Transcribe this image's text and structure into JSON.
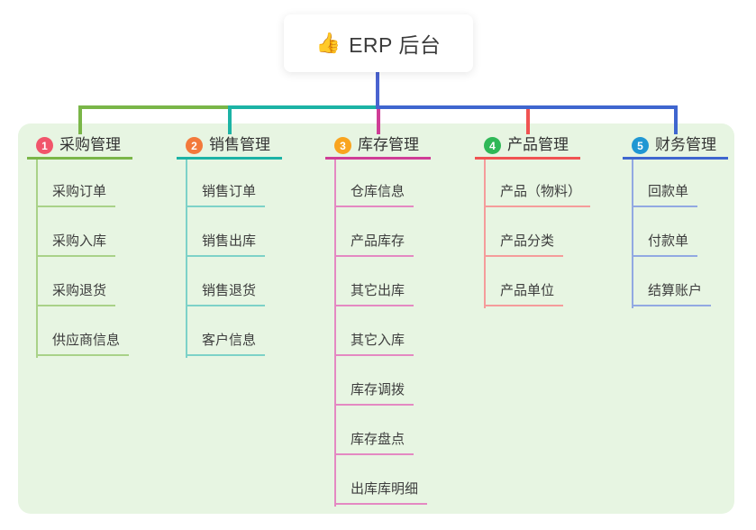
{
  "root": {
    "label": "ERP 后台",
    "emoji": "👍",
    "emoji_name": "thumbs-up-icon",
    "line_color": "#4a63d0"
  },
  "panel": {
    "background": "#e7f5e2"
  },
  "branches": [
    {
      "number": "1",
      "title": "采购管理",
      "color": "#7ab648",
      "light_color": "#a9d288",
      "badge_color": "#f1556b",
      "items": [
        "采购订单",
        "采购入库",
        "采购退货",
        "供应商信息"
      ]
    },
    {
      "number": "2",
      "title": "销售管理",
      "color": "#1cb3a5",
      "light_color": "#7dd2c8",
      "badge_color": "#f3793b",
      "items": [
        "销售订单",
        "销售出库",
        "销售退货",
        "客户信息"
      ]
    },
    {
      "number": "3",
      "title": "库存管理",
      "color": "#cf3d96",
      "light_color": "#e489c2",
      "badge_color": "#f9a41f",
      "items": [
        "仓库信息",
        "产品库存",
        "其它出库",
        "其它入库",
        "库存调拨",
        "库存盘点",
        "出库库明细"
      ]
    },
    {
      "number": "4",
      "title": "产品管理",
      "color": "#f05352",
      "light_color": "#f59c9b",
      "badge_color": "#2fb857",
      "items": [
        "产品（物料）",
        "产品分类",
        "产品单位"
      ]
    },
    {
      "number": "5",
      "title": "财务管理",
      "color": "#3f66cf",
      "light_color": "#92a9e2",
      "badge_color": "#2097d3",
      "items": [
        "回款单",
        "付款单",
        "结算账户"
      ]
    }
  ],
  "trunk_colors": {
    "left": "#7ab648",
    "mid": "#1cb3a5",
    "right": "#3f66cf"
  }
}
